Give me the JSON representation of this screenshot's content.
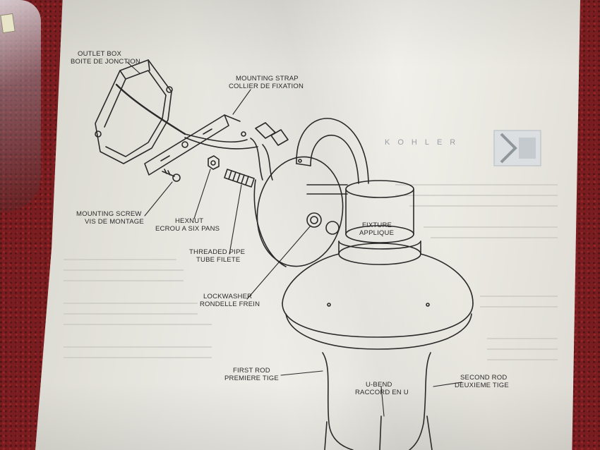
{
  "labels": {
    "outlet_box": [
      "OUTLET BOX",
      "BOITE DE JONCTION"
    ],
    "mounting_strap": [
      "MOUNTING STRAP",
      "COLLIER DE FIXATION"
    ],
    "mounting_screw": [
      "MOUNTING SCREW",
      "VIS DE MONTAGE"
    ],
    "hexnut": [
      "HEXNUT",
      "ECROU A SIX PANS"
    ],
    "threaded_pipe": [
      "THREADED PIPE",
      "TUBE FILETE"
    ],
    "lockwasher": [
      "LOCKWASHER",
      "RONDELLE FREIN"
    ],
    "fixture": [
      "FIXTURE",
      "APPLIQUE"
    ],
    "first_rod": [
      "FIRST ROD",
      "PREMIERE TIGE"
    ],
    "u_bend": [
      "U-BEND",
      "RACCORD EN U"
    ],
    "second_rod": [
      "SECOND ROD",
      "DEUXIEME TIGE"
    ]
  },
  "brand": {
    "text": "KOHLER",
    "mark": "K"
  },
  "colors": {
    "ink": "#2a2a2a",
    "paper": "#ebeae4",
    "background": "#7a1d20",
    "logo": "#9aa0a6"
  }
}
